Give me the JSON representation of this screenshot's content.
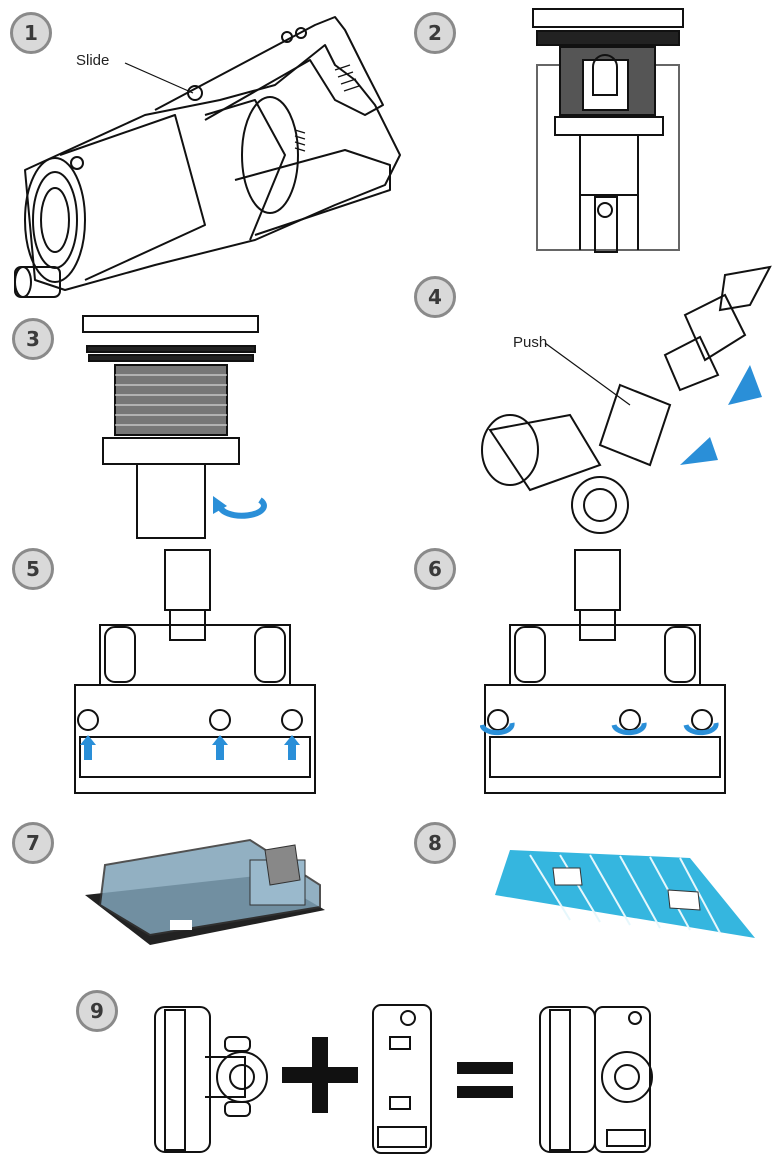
{
  "steps": {
    "s1": {
      "number": "1",
      "label": "Slide"
    },
    "s2": {
      "number": "2"
    },
    "s3": {
      "number": "3"
    },
    "s4": {
      "number": "4",
      "label": "Push"
    },
    "s5": {
      "number": "5"
    },
    "s6": {
      "number": "6"
    },
    "s7": {
      "number": "7"
    },
    "s8": {
      "number": "8"
    },
    "s9": {
      "number": "9"
    }
  },
  "colors": {
    "arrow": "#2a8fd8",
    "badge_fill": "#d9d9d9",
    "badge_border": "#8a8a8a",
    "pad": "#35b6df",
    "tank": "#7fa3b8"
  },
  "icons": [
    "vacuum-body-illustration",
    "dust-bin-illustration",
    "filter-illustration",
    "floor-head-illustration",
    "water-tank-illustration",
    "mop-pad-illustration",
    "plus-icon",
    "equals-icon"
  ]
}
